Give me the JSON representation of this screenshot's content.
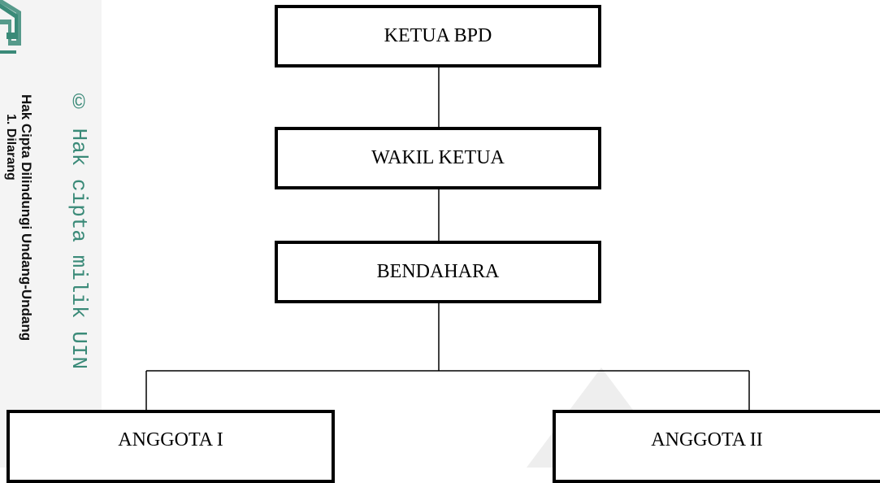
{
  "watermark": {
    "copyright_line": "© Hak cipta milik UIN",
    "protection_line": "Hak Cipta Dilindungi Undang-Undang",
    "second_line_fragment": "1. Dilarang"
  },
  "org_chart": {
    "ketua": "KETUA BPD",
    "wakil": "WAKIL KETUA",
    "bendahara": "BENDAHARA",
    "anggota_1": "ANGGOTA I",
    "anggota_2": "ANGGOTA II"
  },
  "colors": {
    "box_border": "#000000",
    "watermark_green": "#3a8a78",
    "watermark_triangle": "#eeeeee"
  }
}
